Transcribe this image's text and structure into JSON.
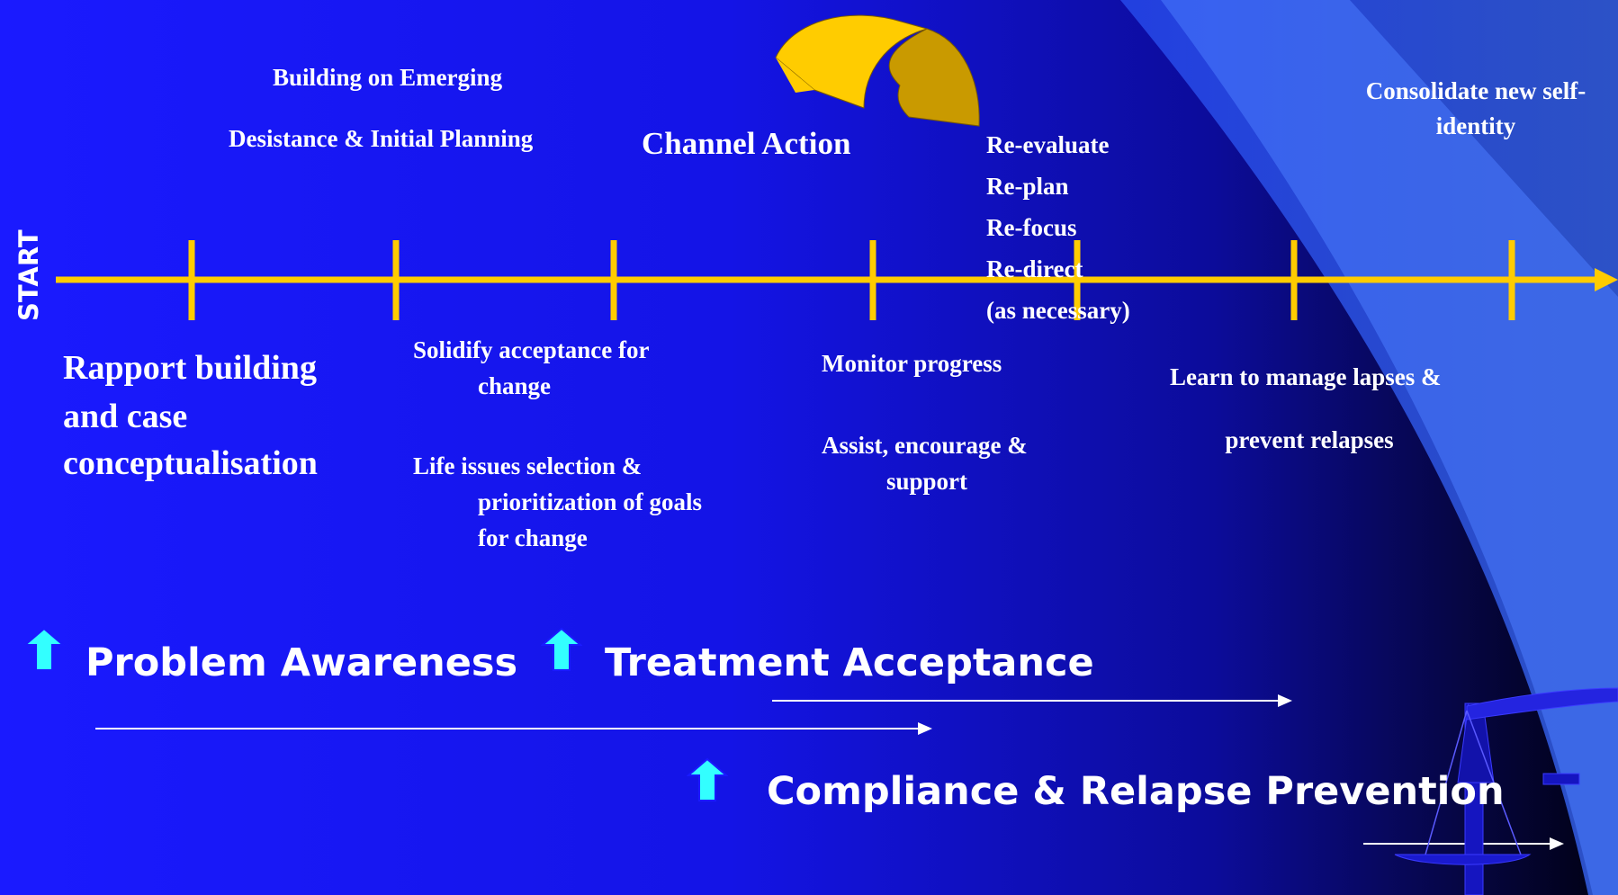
{
  "start_label": "START",
  "top": {
    "building_line1": "Building on Emerging",
    "building_line2": "Desistance & Initial Planning",
    "channel_action": "Channel Action",
    "re_items": [
      "Re-evaluate",
      "Re-plan",
      "Re-focus",
      "Re-direct",
      "(as necessary)"
    ],
    "consolidate": "Consolidate new self-identity"
  },
  "below": {
    "rapport_line1": "Rapport building",
    "rapport_line2": "and case",
    "rapport_line3": "conceptualisation",
    "solidify_line1": "Solidify acceptance for",
    "solidify_line2": "change",
    "life_line1": "Life issues selection &",
    "life_line2": "prioritization of goals",
    "life_line3": "for change",
    "monitor": "Monitor progress",
    "assist_line1": "Assist, encourage &",
    "assist_line2": "support",
    "lapses_line1": "Learn to manage lapses &",
    "lapses_line2": "prevent relapses"
  },
  "phases": {
    "problem_awareness": "Problem Awareness",
    "treatment_acceptance": "Treatment Acceptance",
    "compliance": "Compliance & Relapse Prevention"
  },
  "colors": {
    "timeline": "#ffcc00",
    "up_arrow": "#33ffff",
    "curved_arrow_front": "#ffcc00",
    "curved_arrow_back": "#c99a00"
  },
  "icons": [
    "up-arrow-icon",
    "curved-arrow-icon",
    "scales-icon"
  ]
}
